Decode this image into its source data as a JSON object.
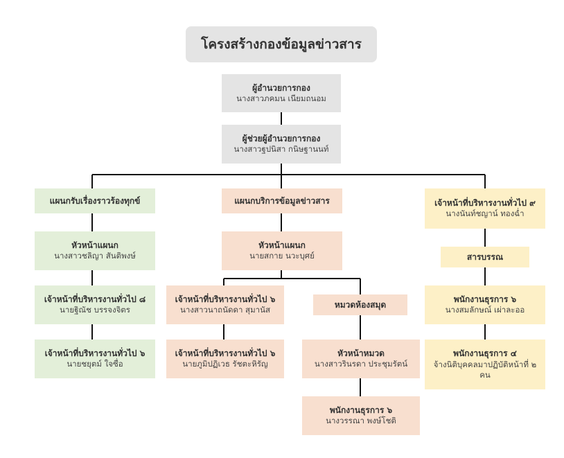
{
  "title": "โครงสร้างกองข้อมูลข่าวสาร",
  "colors": {
    "gray": "#e4e4e4",
    "green": "#e3efd9",
    "peach": "#f8dfcf",
    "yellow": "#fdf0c7",
    "line": "#111111"
  },
  "director": {
    "title": "ผู้อำนวยการกอง",
    "name": "นางสาวภคมน เนียมถนอม"
  },
  "deputy": {
    "title": "ผู้ช่วยผู้อำนวยการกอง",
    "name": "นางสาวฐปนิสา กนิษฐานนท์"
  },
  "left": {
    "section": "แผนกรับเรื่องราวร้องทุกข์",
    "head": {
      "title": "หัวหน้าแผนก",
      "name": "นางสาวชลิญา สันติพงษ์"
    },
    "staff1": {
      "title": "เจ้าหน้าที่บริหารงานทั่วไป ๘",
      "name": "นายฐิณัช บรรจงจิตร"
    },
    "staff2": {
      "title": "เจ้าหน้าที่บริหารงานทั่วไป ๖",
      "name": "นายชยุตม์ ใจซื่อ"
    }
  },
  "middle": {
    "section": "แผนกบริการข้อมูลข่าวสาร",
    "head": {
      "title": "หัวหน้าแผนก",
      "name": "นายสกาย นวะบุศย์"
    },
    "staff1": {
      "title": "เจ้าหน้าที่บริหารงานทั่วไป ๖",
      "name": "นางสาวนาถนัดดา สุมานัส"
    },
    "staff2": {
      "title": "เจ้าหน้าที่บริหารงานทั่วไป ๖",
      "name": "นายภูมิปฏิเวธ รัชตะหิรัญ"
    },
    "library": {
      "section": "หมวดห้องสมุด",
      "head": {
        "title": "หัวหน้าหมวด",
        "name": "นางสาวรินรดา ประชุมรัตน์"
      },
      "staff": {
        "title": "พนักงานธุรการ ๖",
        "name": "นางวรรณา พงษ์โชติ"
      }
    }
  },
  "right": {
    "top": {
      "title": "เจ้าหน้าที่บริหารงานทั่วไป ๙",
      "name": "นางนันท์ชญาน์ ทองฉ่ำ"
    },
    "section": "สารบรรณ",
    "staff1": {
      "title": "พนักงานธุรการ ๖",
      "name": "นางสมลักษณ์ เผ่าละออ"
    },
    "staff2": {
      "title": "พนักงานธุรการ ๔",
      "name": "จ้างนิติบุคคลมาปฏิบัติหน้าที่ ๒ คน"
    }
  }
}
